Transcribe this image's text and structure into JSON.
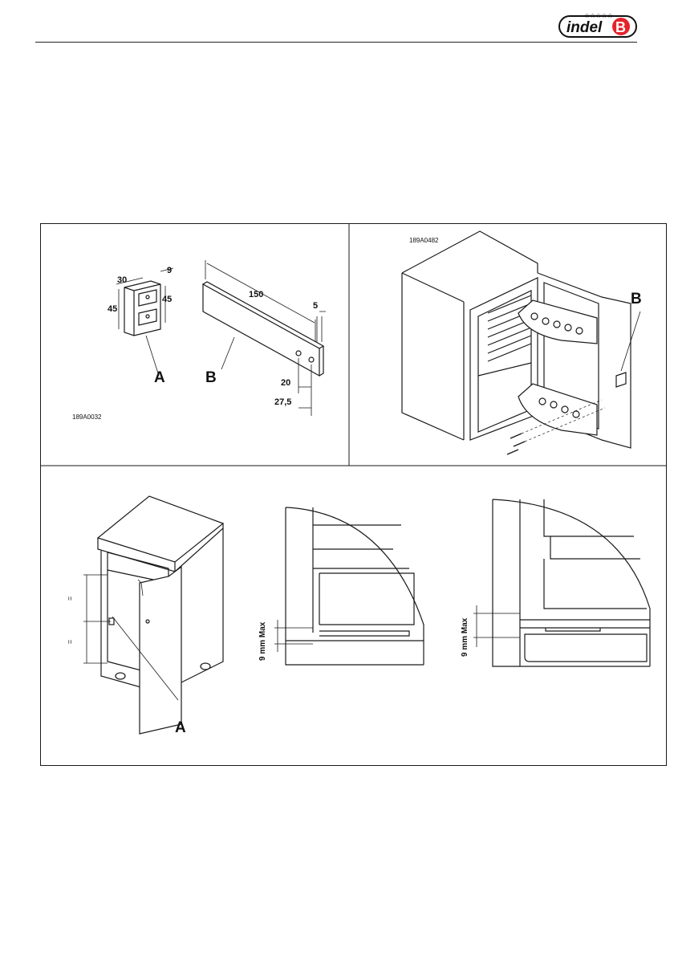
{
  "header": {
    "logo_text": "indel",
    "logo_letter": "B",
    "logo_stars": "☆☆☆☆☆"
  },
  "figure_bracket": {
    "code": "189A0032",
    "part_a_label": "A",
    "part_b_label": "B",
    "dims": {
      "a_width": "30",
      "a_depth": "9",
      "a_height_left": "45",
      "a_height_right": "45",
      "b_length": "150",
      "b_thickness": "5",
      "b_hole_1": "20",
      "b_hole_2": "27,5"
    }
  },
  "figure_fridge": {
    "code": "189A0482",
    "part_b_label": "B"
  },
  "figure_cabinet": {
    "part_a_label": "A",
    "dim_mark_upper": "=",
    "dim_mark_lower": "="
  },
  "figure_detail_1": {
    "gap_label": "9 mm Max"
  },
  "figure_detail_2": {
    "gap_label": "9 mm Max"
  },
  "colors": {
    "line": "#1a1a1a",
    "brand_red": "#e4242b"
  }
}
